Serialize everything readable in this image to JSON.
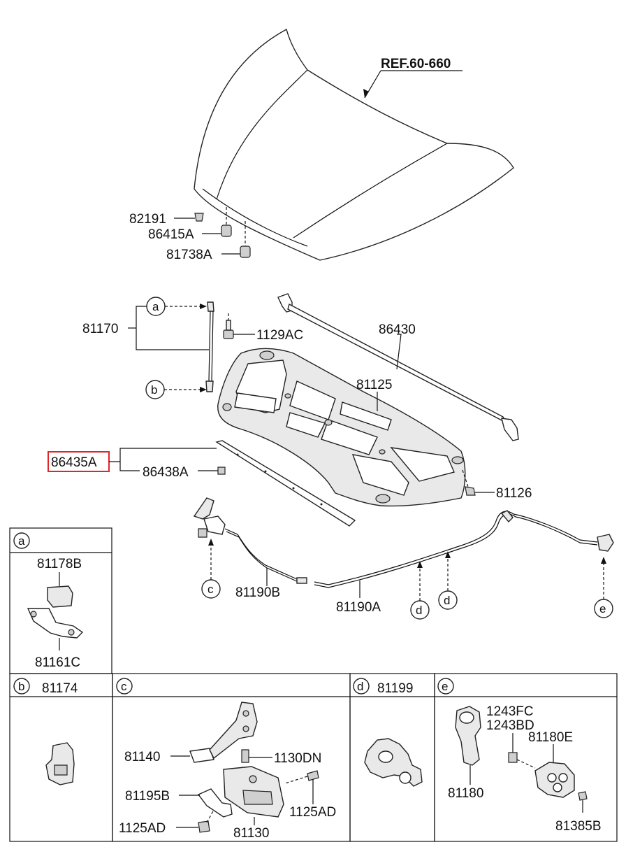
{
  "ref_label": "REF.60-660",
  "highlight_color": "#e0262b",
  "parts": {
    "p82191": "82191",
    "p86415A": "86415A",
    "p81738A": "81738A",
    "p81170": "81170",
    "p1129AC": "1129AC",
    "p86430": "86430",
    "p81125": "81125",
    "p86435A": "86435A",
    "p86438A": "86438A",
    "p81126": "81126",
    "p81190B": "81190B",
    "p81190A": "81190A"
  },
  "callouts": {
    "a": "a",
    "b": "b",
    "c": "c",
    "d": "d",
    "e": "e"
  },
  "detail_boxes": {
    "a": {
      "key": "a",
      "parts": [
        "81178B",
        "81161C"
      ]
    },
    "b": {
      "key": "b",
      "title": "81174"
    },
    "c": {
      "key": "c",
      "parts": [
        "81140",
        "1130DN",
        "81195B",
        "1125AD",
        "81130",
        "1125AD"
      ]
    },
    "d": {
      "key": "d",
      "title": "81199"
    },
    "e": {
      "key": "e",
      "parts": [
        "1243FC",
        "1243BD",
        "81180E",
        "81180",
        "81385B"
      ]
    }
  }
}
